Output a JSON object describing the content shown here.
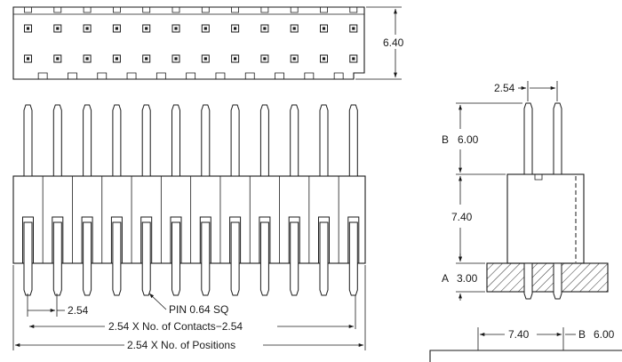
{
  "drawing": {
    "colors": {
      "ink": "#1a1a1a",
      "paper": "#ffffff"
    },
    "top_view": {
      "rows": 2,
      "columns": 12,
      "width_dim": "6.40"
    },
    "front_view": {
      "pin_count": 12,
      "pitch_dim": "2.54",
      "pin_note": "PIN 0.64 SQ",
      "contacts_dim": "2.54 X No. of Contacts−2.54",
      "positions_dim": "2.54 X No. of Positions"
    },
    "side_view": {
      "pitch_dim": "2.54",
      "b_letter": "B",
      "b_value": "6.00",
      "body_dim": "7.40",
      "a_letter": "A",
      "a_value": "3.00"
    },
    "bottom_dims": {
      "body_dim": "7.40",
      "b_letter": "B",
      "b_value": "6.00"
    }
  }
}
